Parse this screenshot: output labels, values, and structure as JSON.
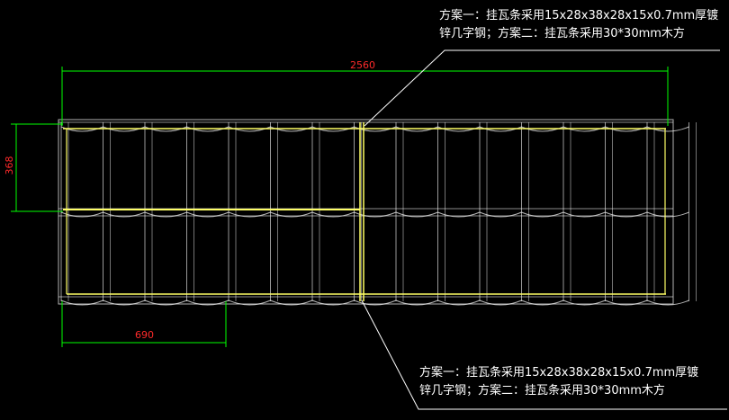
{
  "drawing": {
    "annotation_top": {
      "line1": "方案一：挂瓦条采用15x28x38x28x15x0.7mm厚镀",
      "line2": "锌几字钢；方案二：挂瓦条采用30*30mm木方"
    },
    "annotation_bottom": {
      "line1": "方案一：挂瓦条采用15x28x38x28x15x0.7mm厚镀",
      "line2": "锌几字钢；方案二：挂瓦条采用30*30mm木方"
    },
    "dimensions": {
      "overall_width": "2560",
      "row_height": "368",
      "tile_spacing": "690"
    }
  },
  "colors": {
    "background": "#000000",
    "tile_outline": "#ffffff",
    "batten": "#ffff66",
    "dimension_line": "#00ff00",
    "dimension_text": "#ff2a2a",
    "leader": "#ffffff"
  }
}
